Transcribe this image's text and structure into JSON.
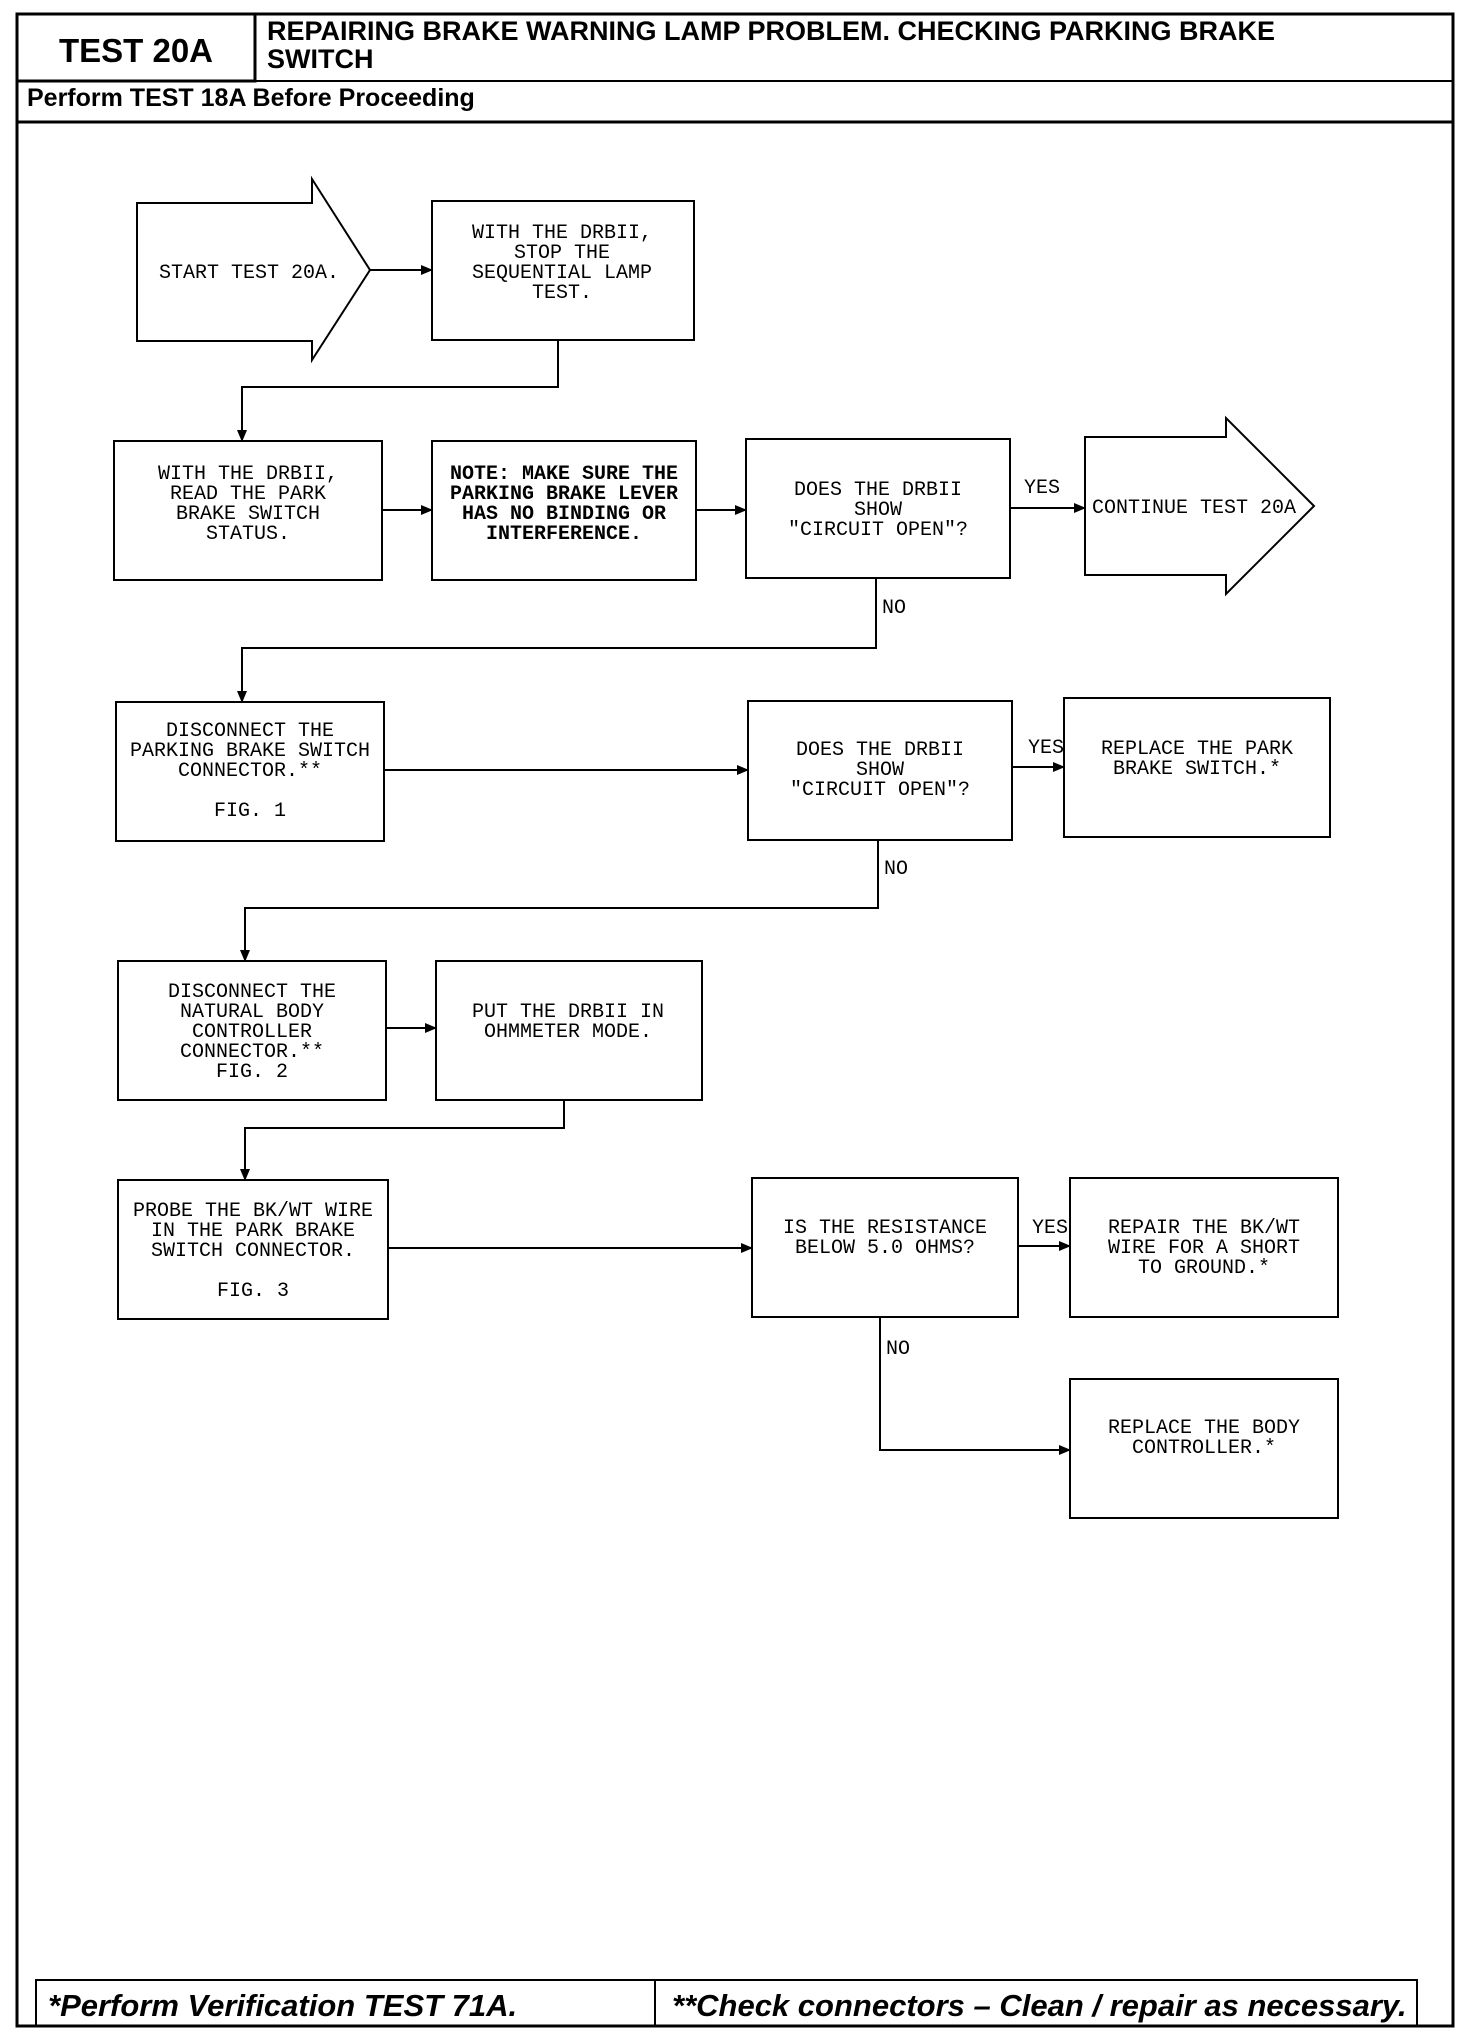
{
  "header": {
    "test_id": "TEST 20A",
    "title_line1": "REPAIRING BRAKE WARNING LAMP PROBLEM. CHECKING PARKING BRAKE",
    "title_line2": "SWITCH",
    "prerequisite": "Perform TEST 18A Before Proceeding"
  },
  "flow": {
    "start": [
      "START TEST 20A."
    ],
    "stop_lamp_test": [
      "WITH THE DRBII,",
      "STOP THE",
      "SEQUENTIAL LAMP",
      "TEST."
    ],
    "read_status": [
      "WITH THE DRBII,",
      "READ THE PARK",
      "BRAKE SWITCH",
      "STATUS."
    ],
    "note_lever": [
      "NOTE: MAKE SURE THE",
      "PARKING BRAKE LEVER",
      "HAS NO BINDING OR",
      "INTERFERENCE."
    ],
    "q_circuit_open_1": [
      "DOES THE DRBII",
      "SHOW",
      "\"CIRCUIT OPEN\"?"
    ],
    "continue": [
      "CONTINUE TEST 20A"
    ],
    "disconnect_switch": [
      "DISCONNECT THE",
      "PARKING BRAKE SWITCH",
      "CONNECTOR.**",
      "",
      "FIG. 1"
    ],
    "q_circuit_open_2": [
      "DOES THE DRBII",
      "SHOW",
      "\"CIRCUIT OPEN\"?"
    ],
    "replace_switch": [
      "REPLACE THE PARK",
      "BRAKE SWITCH.*"
    ],
    "disconnect_body": [
      "DISCONNECT THE",
      "NATURAL BODY",
      "CONTROLLER",
      "CONNECTOR.**",
      "FIG. 2"
    ],
    "ohmmeter": [
      "PUT THE DRBII IN",
      "OHMMETER MODE."
    ],
    "probe_wire": [
      "PROBE THE BK/WT WIRE",
      "IN THE PARK BRAKE",
      "SWITCH CONNECTOR.",
      "",
      "FIG. 3"
    ],
    "q_resistance": [
      "IS THE RESISTANCE",
      "BELOW 5.0 OHMS?"
    ],
    "repair_wire": [
      "REPAIR THE BK/WT",
      "WIRE FOR A SHORT",
      "TO GROUND.*"
    ],
    "replace_controller": [
      "REPLACE THE BODY",
      "CONTROLLER.*"
    ],
    "labels": {
      "yes1": "YES",
      "no1": "NO",
      "yes2": "YES",
      "no2": "NO",
      "yes3": "YES",
      "no3": "NO"
    }
  },
  "footer": {
    "left": "*Perform Verification TEST 71A.",
    "right": "**Check connectors – Clean / repair as necessary."
  }
}
